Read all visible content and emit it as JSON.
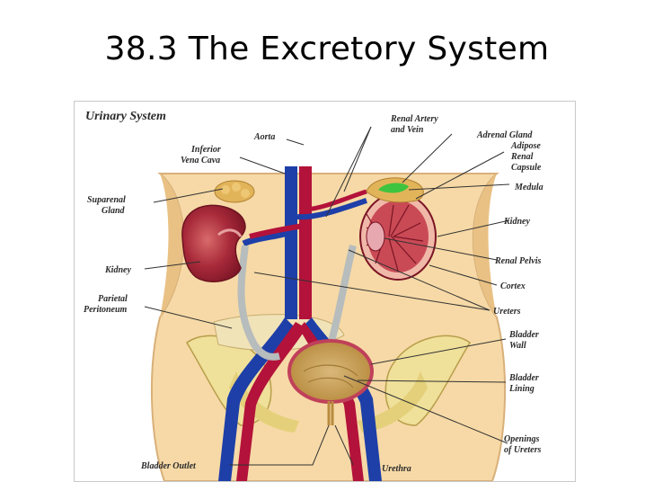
{
  "slide": {
    "title": "38.3 The Excretory System"
  },
  "diagram": {
    "heading": "Urinary System",
    "labels": {
      "aorta": "Aorta",
      "inferior_vena_cava": [
        "Inferior",
        "Vena Cava"
      ],
      "suprarenal_gland": [
        "Suparenal",
        "Gland"
      ],
      "kidney_left": "Kidney",
      "parietal_peritoneum": [
        "Parietal",
        "Peritoneum"
      ],
      "bladder_outlet": "Bladder Outlet",
      "urethra": "Urethra",
      "renal_artery_vein": [
        "Renal Artery",
        "and Vein"
      ],
      "adrenal_gland": "Adrenal Gland",
      "adipose_renal_capsule": [
        "Adipose",
        "Renal",
        "Capsule"
      ],
      "medula": "Medula",
      "kidney_right": "Kidney",
      "renal_pelvis": "Renal Pelvis",
      "cortex": "Cortex",
      "ureters": "Ureters",
      "bladder_wall": [
        "Bladder",
        "Wall"
      ],
      "bladder_lining": [
        "Bladder",
        "Lining"
      ],
      "openings_of_ureters": [
        "Openings",
        "of Ureters"
      ]
    },
    "colors": {
      "skin": "#f6d9a6",
      "skin_shadow": "#e9c184",
      "artery": "#b3123a",
      "vein": "#1e3fa8",
      "kidney": "#a82a3a",
      "adrenal": "#e2b45a",
      "medula": "#3ec43e",
      "ureter": "#b7bcbc",
      "bladder": "#c9a35a",
      "bone": "#efe09a",
      "leader": "#333333"
    }
  }
}
